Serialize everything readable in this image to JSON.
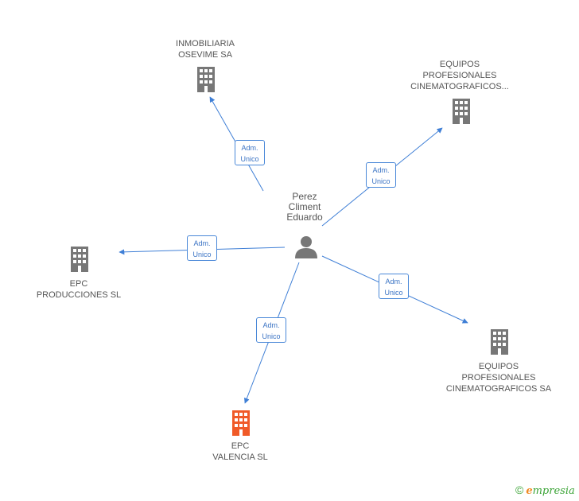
{
  "center": {
    "name_lines": [
      "Perez",
      "Climent",
      "Eduardo"
    ],
    "icon": "person-icon"
  },
  "companies": [
    {
      "id": "inmobiliaria",
      "lines": [
        "INMOBILIARIA",
        "OSEVIME SA"
      ],
      "icon": "building-icon",
      "color": "#777777"
    },
    {
      "id": "equipos-top",
      "lines": [
        "EQUIPOS",
        "PROFESIONALES",
        "CINEMATOGRAFICOS..."
      ],
      "icon": "building-icon",
      "color": "#777777"
    },
    {
      "id": "epc-producciones",
      "lines": [
        "EPC",
        "PRODUCCIONES SL"
      ],
      "icon": "building-icon",
      "color": "#777777"
    },
    {
      "id": "equipos-bottom",
      "lines": [
        "EQUIPOS",
        "PROFESIONALES",
        "CINEMATOGRAFICOS SA"
      ],
      "icon": "building-icon",
      "color": "#777777"
    },
    {
      "id": "epc-valencia",
      "lines": [
        "EPC",
        "VALENCIA  SL"
      ],
      "icon": "building-icon",
      "color": "#f05a28",
      "highlight": true
    }
  ],
  "edges": [
    {
      "to": "inmobiliaria",
      "role_lines": [
        "Adm.",
        "Unico"
      ]
    },
    {
      "to": "equipos-top",
      "role_lines": [
        "Adm.",
        "Unico"
      ]
    },
    {
      "to": "epc-producciones",
      "role_lines": [
        "Adm.",
        "Unico"
      ]
    },
    {
      "to": "equipos-bottom",
      "role_lines": [
        "Adm.",
        "Unico"
      ]
    },
    {
      "to": "epc-valencia",
      "role_lines": [
        "Adm.",
        "Unico"
      ]
    }
  ],
  "colors": {
    "edge": "#3f7fd6",
    "node_gray": "#777777",
    "node_highlight": "#f05a28"
  },
  "footer": {
    "copyright": "©",
    "brand_first": "e",
    "brand_rest": "mpresia"
  }
}
